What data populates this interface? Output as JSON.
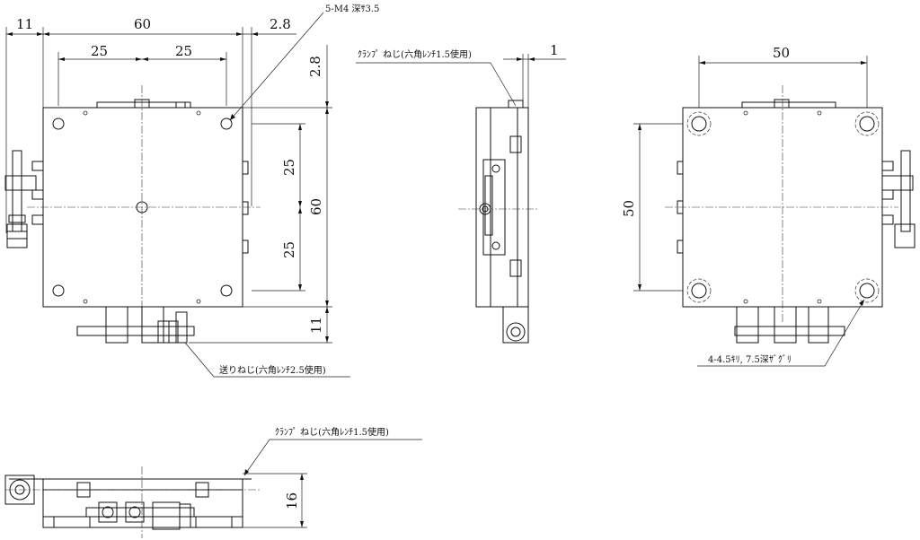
{
  "dimensions": {
    "top_left_offset": "11",
    "overall_width": "60",
    "half_left": "25",
    "half_right": "25",
    "right_offset": "2.8",
    "top_offset": "2.8",
    "side_25_upper": "25",
    "side_60": "60",
    "side_25_lower": "25",
    "bottom_11": "11",
    "side_view_1": "1",
    "right_view_50_horizontal": "50",
    "right_view_50_vertical": "50",
    "bottom_view_16": "16"
  },
  "notes": {
    "tapped_holes": "5-M4 深ｻ3.5",
    "clamp_screw_side": "ｸﾗﾝﾌﾟ ねじ(六角ﾚﾝﾁ1.5使用)",
    "feed_screw": "送りねじ(六角ﾚﾝﾁ2.5使用)",
    "mount_holes": "4-4.5ｷﾘ, 7.5深ｻﾞｸﾞﾘ",
    "clamp_screw_bottom": "ｸﾗﾝﾌﾟ ねじ(六角ﾚﾝﾁ1.5使用)"
  }
}
